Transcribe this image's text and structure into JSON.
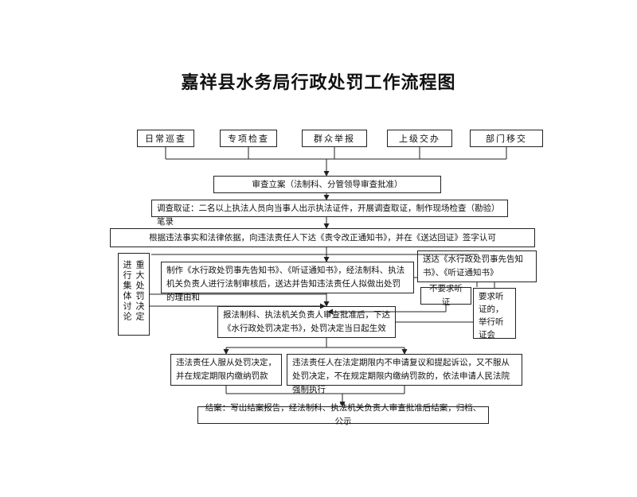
{
  "title": "嘉祥县水务局行政处罚工作流程图",
  "sources": [
    "日常巡查",
    "专项检查",
    "群众举报",
    "上级交办",
    "部门移交"
  ],
  "steps": {
    "register": "审查立案（法制科、分管领导审查批准）",
    "investigate": "调查取证：二名以上执法人员向当事人出示执法证件，开展调查取证，制作现场检查（勘验）笔录",
    "order": "根据违法事实和法律依据，向违法责任人下达《责令改正通知书》，并在《送达回证》签字认可",
    "major_penalty": "重大处罚决定进行集体讨论",
    "prepare_notice": "制作《水行政处罚事先告知书》、《听证通知书》，经法制科、执法机关负责人进行法制审核后，送达并告知违法责任人拟做出处罚的理由和",
    "deliver_notice": "送达《水行政处罚事先告知书》、《听证通知书》",
    "no_hearing": "不要求听证",
    "hearing": "要求听证的，举行听证会",
    "decision": "报法制科、执法机关负责人审查批准后，下达《水行政处罚决定书》，处罚决定当日起生效",
    "comply": "违法责任人服从处罚决定，并在规定期限内缴纳罚款",
    "enforce": "违法责任人在法定期限内不申请复议和提起诉讼，又不服从处罚决定，不在规定期限内缴纳罚款的，依法申请人民法院强制执行",
    "close": "结案：写出结案报告，经法制科、执法机关负责人审查批准后结案，归档、公示"
  }
}
